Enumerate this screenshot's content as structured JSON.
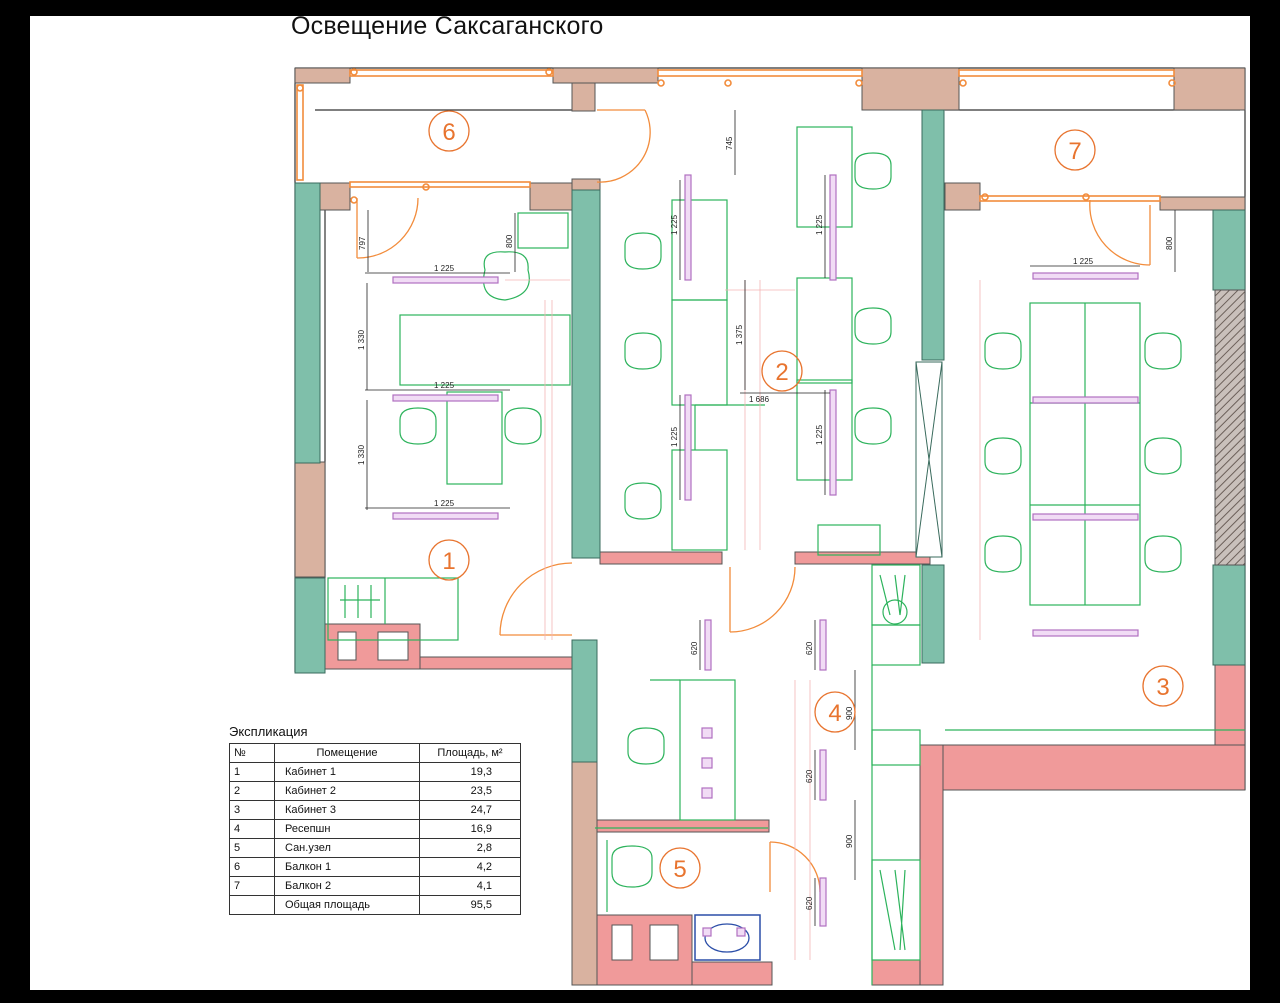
{
  "title": "Освещение Саксаганского",
  "rooms": [
    {
      "number": "1"
    },
    {
      "number": "2"
    },
    {
      "number": "3"
    },
    {
      "number": "4"
    },
    {
      "number": "5"
    },
    {
      "number": "6"
    },
    {
      "number": "7"
    }
  ],
  "dimensions": {
    "d745": "745",
    "d797": "797",
    "d800a": "800",
    "d800b": "800",
    "d1225": "1 225",
    "d1330": "1 330",
    "d1375": "1 375",
    "d1686": "1 686",
    "d620": "620",
    "d900": "900"
  },
  "explication": {
    "title": "Экспликация",
    "headers": {
      "num": "№",
      "room": "Помещение",
      "area": "Площадь, м²"
    },
    "rows": [
      {
        "num": "1",
        "room": "Кабинет 1",
        "area": "19,3"
      },
      {
        "num": "2",
        "room": "Кабинет 2",
        "area": "23,5"
      },
      {
        "num": "3",
        "room": "Кабинет 3",
        "area": "24,7"
      },
      {
        "num": "4",
        "room": "Ресепшн",
        "area": "16,9"
      },
      {
        "num": "5",
        "room": "Сан.узел",
        "area": "2,8"
      },
      {
        "num": "6",
        "room": "Балкон 1",
        "area": "4,2"
      },
      {
        "num": "7",
        "room": "Балкон 2",
        "area": "4,1"
      }
    ],
    "total": {
      "room": "Общая площадь",
      "area": "95,5"
    }
  },
  "colors": {
    "wall_pink": "#f09a9a",
    "wall_beige": "#d9b2a0",
    "column_teal": "#7fbfaa",
    "furniture_green": "#2db35c",
    "window_orange": "#f28c3c",
    "room_number": "#e8742f",
    "light_purple": "#b070c0"
  }
}
